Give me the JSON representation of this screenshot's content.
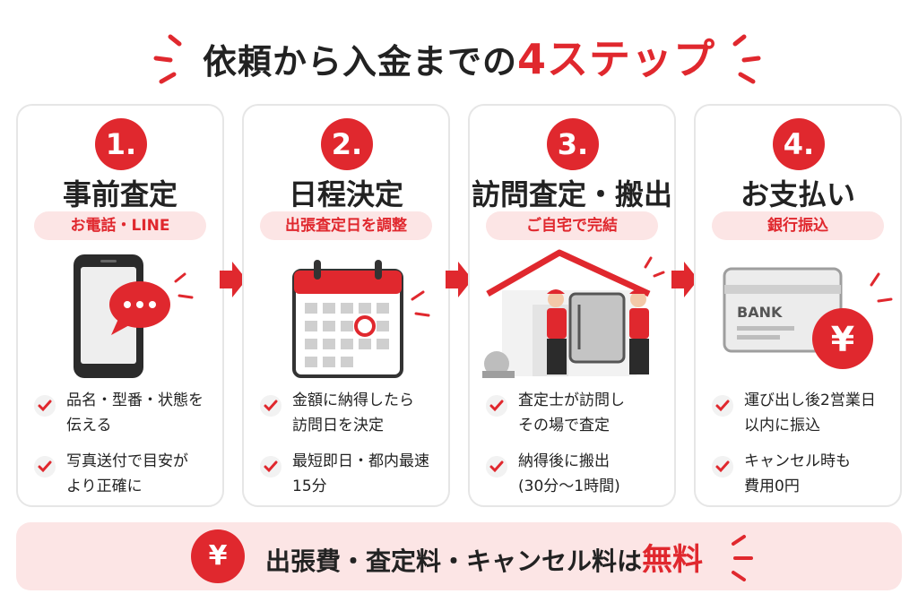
{
  "header": {
    "title_main": "依頼から入金までの",
    "title_accent": "4ステップ"
  },
  "steps": [
    {
      "number": "1.",
      "title": "事前査定",
      "tag": "お電話・LINE",
      "bullets": [
        [
          "品名・型番・状態を",
          "伝える"
        ],
        [
          "写真送付で目安が",
          "より正確に"
        ]
      ]
    },
    {
      "number": "2.",
      "title": "日程決定",
      "tag": "出張査定日を調整",
      "bullets": [
        [
          "金額に納得したら",
          "訪問日を決定"
        ],
        [
          "最短即日・都内最速",
          "15分"
        ]
      ]
    },
    {
      "number": "3.",
      "title": "訪問査定・搬出",
      "tag": "ご自宅で完結",
      "bullets": [
        [
          "査定士が訪問し",
          "その場で査定"
        ],
        [
          "納得後に搬出",
          "(30分〜1時間)"
        ]
      ]
    },
    {
      "number": "4.",
      "title": "お支払い",
      "tag": "銀行振込",
      "bullets": [
        [
          "運び出し後2営業日",
          "以内に振込"
        ],
        [
          "キャンセル時も",
          "費用0円"
        ]
      ]
    }
  ],
  "illustrations": {
    "bank_label": "BANK",
    "yen_symbol": "¥"
  },
  "banner": {
    "yen_symbol": "¥",
    "text": "出張費・査定料・キャンセル料は",
    "free": "無料"
  },
  "colors": {
    "accent": "#e0282e",
    "pill_bg": "#fce5e5"
  },
  "icons": [
    "smartphone-chat-icon",
    "calendar-icon",
    "house-movers-icon",
    "bank-card-yen-icon",
    "check-icon",
    "arrow-right-icon",
    "yen-icon"
  ]
}
